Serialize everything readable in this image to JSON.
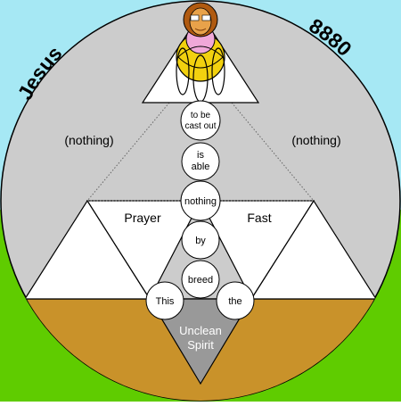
{
  "colors": {
    "sky": "#a6e8f4",
    "grass": "#5fcc00",
    "disc": "#cccccc",
    "earth": "#c9922a",
    "spirit": "#999999",
    "halo": "#f2d10f",
    "halo_pink": "#f0a8d8",
    "skin": "#e8a24a",
    "hair": "#b05a10",
    "outline": "#000000"
  },
  "titles": {
    "left": "Jesus",
    "right": "8880"
  },
  "labels": {
    "left_nothing": "(nothing)",
    "right_nothing": "(nothing)",
    "prayer": "Prayer",
    "fast": "Fast",
    "spirit_line1": "Unclean",
    "spirit_line2": "Spirit"
  },
  "column": {
    "c1_line1": "to be",
    "c1_line2": "cast out",
    "c2_line1": "is",
    "c2_line2": "able",
    "c3": "nothing",
    "c4": "by",
    "c5": "breed",
    "c6": "This",
    "c7": "the"
  },
  "icons": {
    "face": "face-icon",
    "halo": "trefoil-halo-icon"
  }
}
